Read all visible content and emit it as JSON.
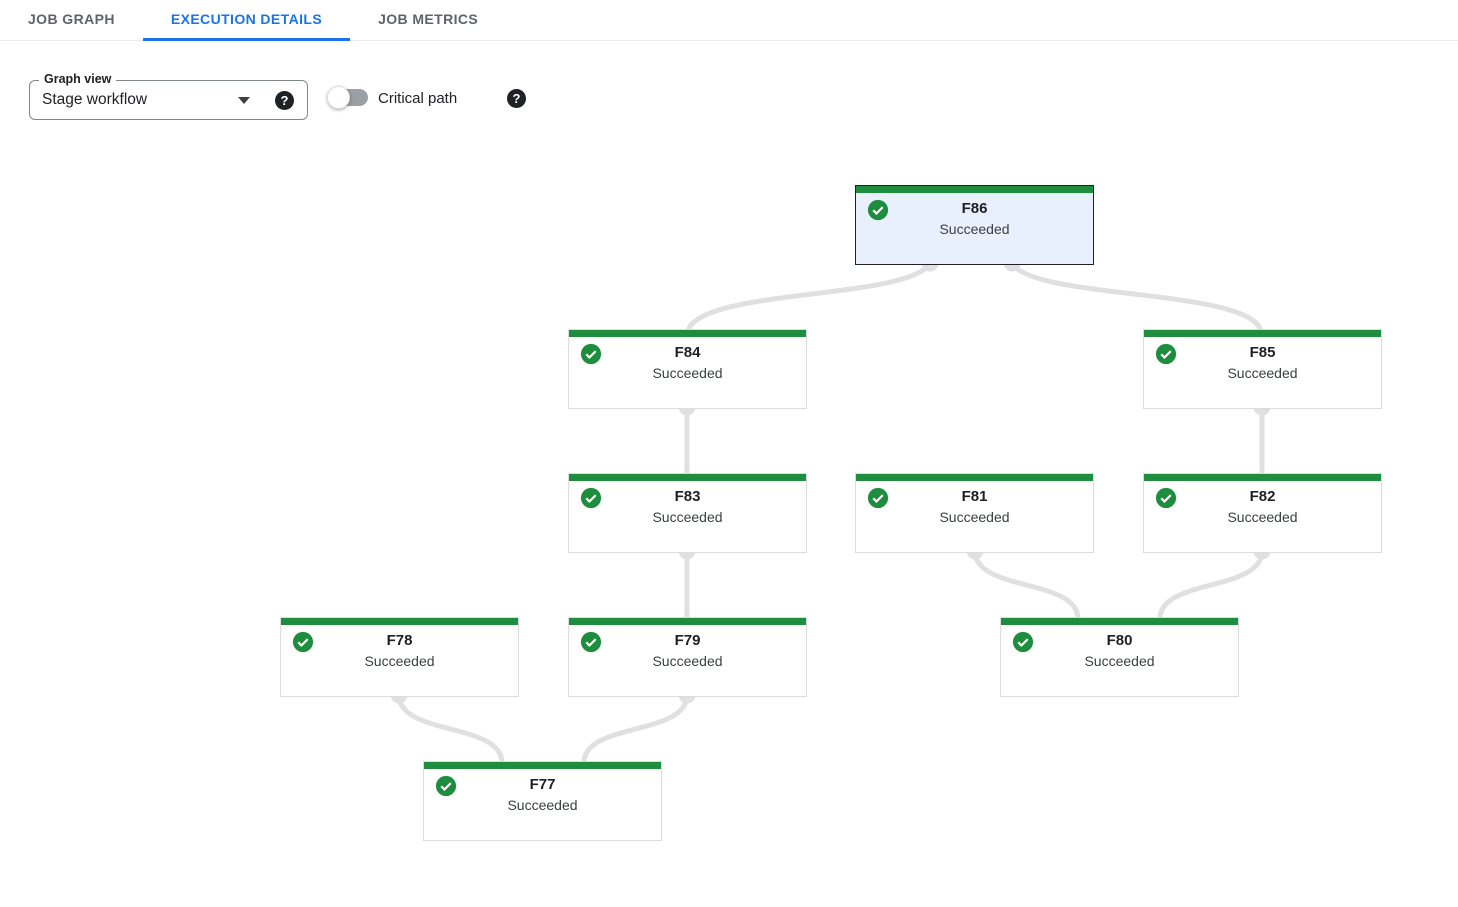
{
  "tabs": [
    {
      "label": "JOB GRAPH",
      "active": false
    },
    {
      "label": "EXECUTION DETAILS",
      "active": true
    },
    {
      "label": "JOB METRICS",
      "active": false
    }
  ],
  "controls": {
    "graph_view": {
      "label": "Graph view",
      "value": "Stage workflow"
    },
    "critical_path": {
      "label": "Critical path",
      "enabled": false
    },
    "help_icon_glyph": "?"
  },
  "graph": {
    "nodes": [
      {
        "id": "F86",
        "label": "F86",
        "status": "Succeeded",
        "selected": true
      },
      {
        "id": "F84",
        "label": "F84",
        "status": "Succeeded",
        "selected": false
      },
      {
        "id": "F85",
        "label": "F85",
        "status": "Succeeded",
        "selected": false
      },
      {
        "id": "F83",
        "label": "F83",
        "status": "Succeeded",
        "selected": false
      },
      {
        "id": "F81",
        "label": "F81",
        "status": "Succeeded",
        "selected": false
      },
      {
        "id": "F82",
        "label": "F82",
        "status": "Succeeded",
        "selected": false
      },
      {
        "id": "F78",
        "label": "F78",
        "status": "Succeeded",
        "selected": false
      },
      {
        "id": "F79",
        "label": "F79",
        "status": "Succeeded",
        "selected": false
      },
      {
        "id": "F80",
        "label": "F80",
        "status": "Succeeded",
        "selected": false
      },
      {
        "id": "F77",
        "label": "F77",
        "status": "Succeeded",
        "selected": false
      }
    ],
    "edges": [
      {
        "from": "F86",
        "to": "F84"
      },
      {
        "from": "F86",
        "to": "F85"
      },
      {
        "from": "F84",
        "to": "F83"
      },
      {
        "from": "F85",
        "to": "F82"
      },
      {
        "from": "F83",
        "to": "F79"
      },
      {
        "from": "F81",
        "to": "F80"
      },
      {
        "from": "F82",
        "to": "F80"
      },
      {
        "from": "F78",
        "to": "F77"
      },
      {
        "from": "F79",
        "to": "F77"
      }
    ]
  },
  "colors": {
    "active_tab_blue": "#1a73e8",
    "succeeded_green": "#1e8e3e",
    "selected_node_bg": "#e8f0fe",
    "selected_node_border": "#202124",
    "edge_gray": "#e0e0e0"
  }
}
